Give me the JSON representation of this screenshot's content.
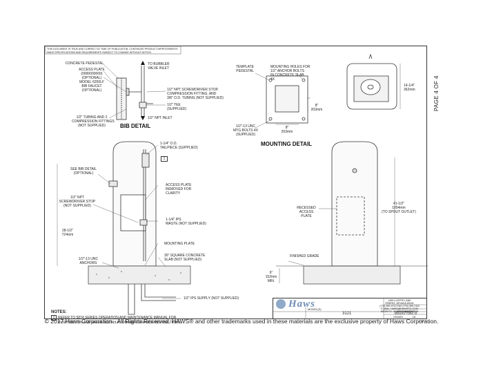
{
  "header_note": [
    "THIS DOCUMENT IS TRUE AND CORRECT AT TIME OF PUBLICATION. CONTINUED PRODUCT IMPROVEMENTS",
    "MAKE SPECIFICATIONS AND REQUIREMENTS SUBJECT TO CHANGE WITHOUT NOTICE."
  ],
  "page_label": "PAGE 4 OF 4",
  "bib_detail": {
    "title": "BIB DETAIL",
    "labels": {
      "pedestal": "CONCRETE PEDESTAL",
      "access_plate": [
        "ACCESS PLATE",
        "(0000000000)",
        "(OPTIONAL)"
      ],
      "model": [
        "MODEL 6250LF",
        "BIB FAUCET",
        "(OPTIONAL)"
      ],
      "tubing": [
        "1/2\" TUBING AND 2",
        "COMPRESSION FITTINGS",
        "(NOT SUPPLIED)"
      ],
      "to_bubbler": [
        "TO BUBBLER",
        "VALVE INLET"
      ],
      "screwdriver": [
        "1/2\" NPT SCREWDRIVER STOP,",
        "COMPRESSION FITTING, AND",
        "3/8\" O.D. TUBING (NOT SUPPLIED)"
      ],
      "tee": [
        "1/2\" TEE",
        "(SUPPLIED)"
      ],
      "npt_inlet": "1/2\" NPT INLET"
    }
  },
  "mounting_detail": {
    "title": "MOUNTING DETAIL",
    "template": [
      "TEMPLATE",
      "PEDESTAL"
    ],
    "holes": [
      "MOUNTING HOLES FOR",
      "1/2\" ANCHOR BOLTS",
      "IN CONCRETE SLAB",
      "4X"
    ],
    "dim_side": [
      "8\"",
      "203mm"
    ],
    "dim_bottom": [
      "8\"",
      "203mm"
    ],
    "bolts": [
      "1/2\"-13 UNC",
      "MTG BOLTS 4X",
      "(SUPPLIED)"
    ]
  },
  "top_view": {
    "dim": [
      "14-1/4\"",
      "362mm"
    ]
  },
  "front_view": {
    "tailpiece": [
      "1-1/4\" O.D.",
      "TAILPIECE (SUPPLIED)"
    ],
    "bib_detail_ref": [
      "SEE BIB DETAIL",
      "(OPTIONAL)"
    ],
    "access_removed": [
      "ACCESS PLATE",
      "REMOVED FOR",
      "CLARITY"
    ],
    "screwdriver_stop": [
      "1/2\" NPT",
      "SCREWDRIVER STOP",
      "(NOT SUPPLIED)"
    ],
    "waste": [
      "1-1/4\" IPS",
      "WASTE (NOT SUPPLIED)"
    ],
    "height": [
      "28-1/2\"",
      "724mm"
    ],
    "mounting_plate": "MOUNTING PLATE",
    "slab": [
      "30\" SQUARE CONCRETE",
      "SLAB (NOT SUPPLIED)"
    ],
    "anchors": [
      "1/2\"-13 UNC",
      "ANCHORS"
    ],
    "supply": "1/2\" IPS SUPPLY (NOT SUPPLIED)",
    "callout": "1"
  },
  "side_view": {
    "recessed": [
      "RECESSED",
      "ACCESS",
      "PLATE"
    ],
    "height": [
      "41-1/2\"",
      "1054mm",
      "(TO SPOUT OUTLET)"
    ],
    "grade": "FINISHED GRADE",
    "depth": [
      "6\"",
      "152mm",
      "MIN."
    ]
  },
  "notes": {
    "title": "NOTES:",
    "number": "1",
    "text": [
      "REFER TO 5874 SERIES OPERATION AND MAINTENANCE MANUAL FOR",
      "PUSH BUTTON AND VALVE INSTALLATION/MAINTENANCE INSTRUCTIONS."
    ]
  },
  "title_block": {
    "brand": "Haws",
    "address": [
      "1455 KLEPPE LANE",
      "SPARKS, NEVADA 89431",
      "(775) 359-4712  FAX (775) 359-7424",
      "E-MAIL: HAWS@HAWSCO.COM",
      "WEBSITE: WWW.HAWSCO.COM"
    ],
    "model_label": "MODEL(S)",
    "model": "3121",
    "part_number_label": "PART NUMBER",
    "part_number": "0002077062 D",
    "drawn_label": "DRAWN",
    "drawn_value": "18",
    "sheet": "4 OF 4"
  },
  "copyright": "© 2017 Haws Corporation - All Rights Reserved.  HAWS® and other trademarks used in these materials are the exclusive property of Haws Corporation."
}
